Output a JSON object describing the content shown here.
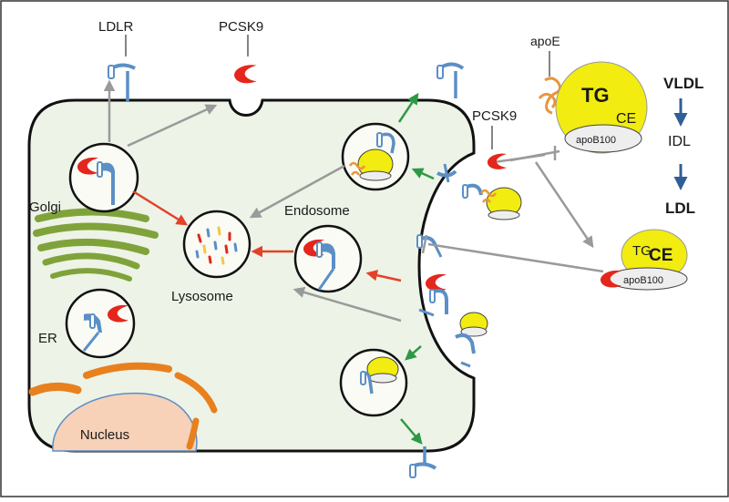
{
  "diagram": {
    "labels": {
      "ldlr": "LDLR",
      "pcsk9_top": "PCSK9",
      "pcsk9_right": "PCSK9",
      "apoe": "apoE",
      "golgi": "Golgi",
      "er": "ER",
      "nucleus": "Nucleus",
      "lysosome": "Lysosome",
      "endosome": "Endosome",
      "vldl": "VLDL",
      "idl": "IDL",
      "ldl": "LDL",
      "tg_big": "TG",
      "ce_big": "CE",
      "apob100_big": "apoB100",
      "tg_small": "TG",
      "ce_small": "CE",
      "apob100_small": "apoB100"
    },
    "colors": {
      "cytoplasm": "#edf3e6",
      "lipoprotein": "#f2ec10",
      "pcsk9": "#e4261c",
      "receptor": "#5b8fc6",
      "golgi": "#7fa33a",
      "er": "#e8801e",
      "nucleus": "#f7d1b8",
      "arrow_gray": "#9a9a9a",
      "arrow_red": "#e4412a",
      "arrow_green": "#2c9a45",
      "arrow_blue": "#2f5f95",
      "apoe": "#e8963c"
    }
  }
}
